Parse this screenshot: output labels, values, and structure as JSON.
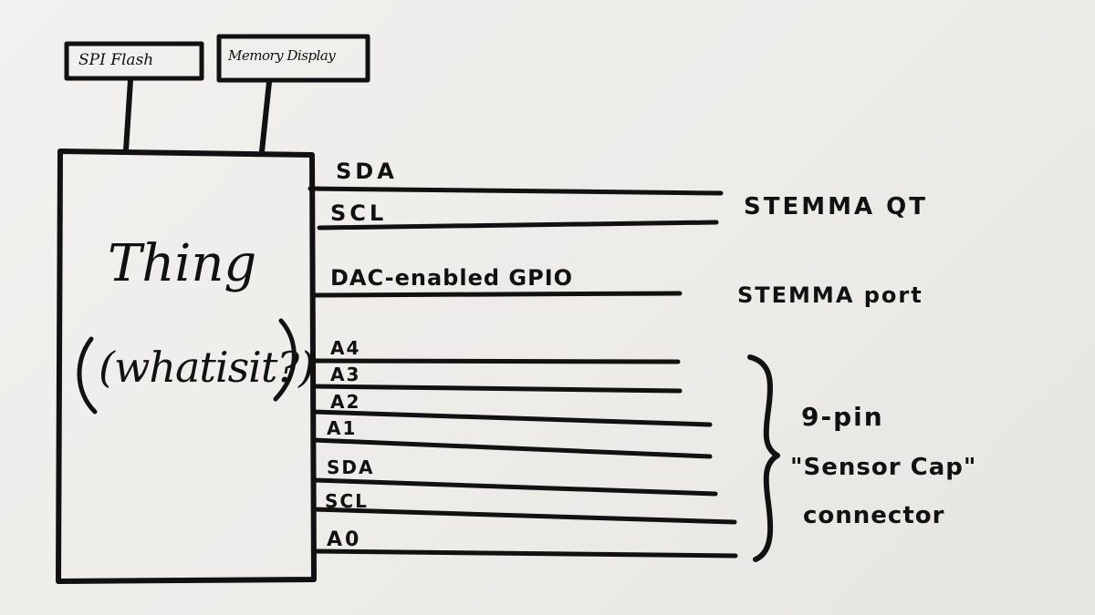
{
  "diagram": {
    "boxes": {
      "spi_flash": "SPI Flash",
      "memory_display": "Memory Display",
      "main_title": "Thing",
      "main_subtitle": "(whatisit?)"
    },
    "pins": {
      "sda_top": "SDA",
      "scl_top": "SCL",
      "dac_gpio": "DAC-enabled GPIO",
      "a4": "A4",
      "a3": "A3",
      "a2": "A2",
      "a1": "A1",
      "sda_bottom": "SDA",
      "scl_bottom": "SCL",
      "a0": "A0"
    },
    "groups": {
      "stemma_qt": "STEMMA QT",
      "stemma_port": "STEMMA port",
      "connector_line1": "9-pin",
      "connector_line2": "\"Sensor Cap\"",
      "connector_line3": "connector"
    }
  }
}
